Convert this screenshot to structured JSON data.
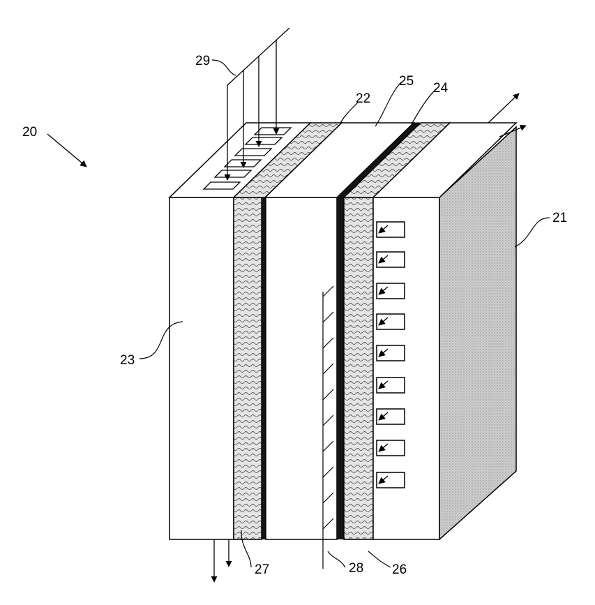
{
  "labels": {
    "l20": "20",
    "l21": "21",
    "l22": "22",
    "l23": "23",
    "l24": "24",
    "l25": "25",
    "l26": "26",
    "l27": "27",
    "l28": "28",
    "l29": "29"
  },
  "icons": {
    "flow_arrow": "arrowhead-icon",
    "channel": "flow-channel-icon"
  },
  "colors": {
    "line": "#000000",
    "body": "#ffffff",
    "shaded_face": "#c9c9c9",
    "porous": "#d7d7d7",
    "membrane": "#141414"
  }
}
